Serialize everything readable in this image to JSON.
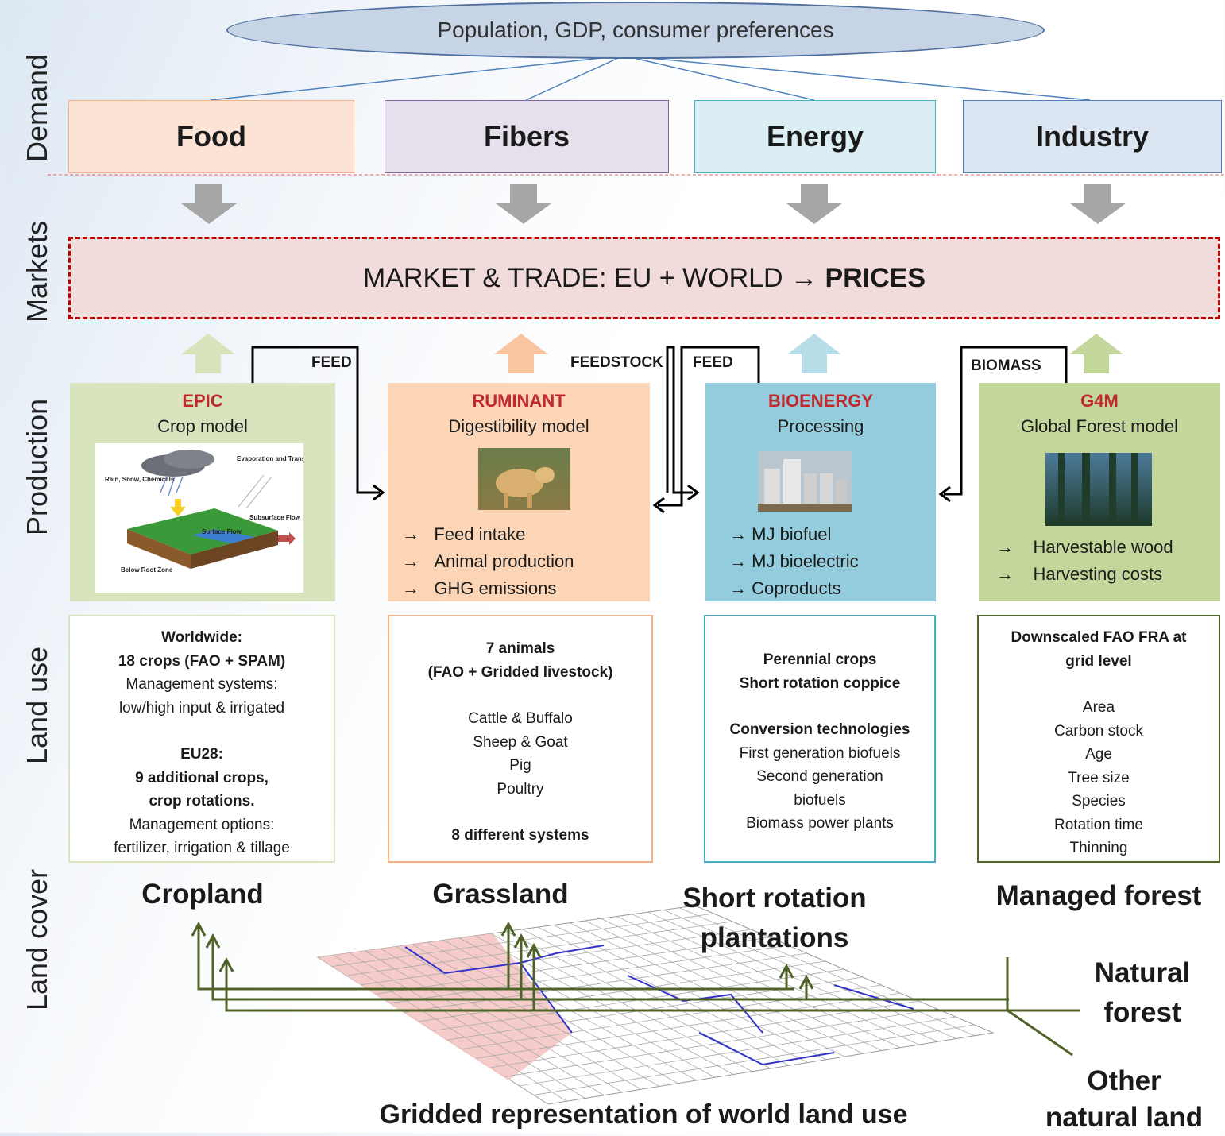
{
  "drivers": "Population, GDP, consumer preferences",
  "rows": {
    "demand": "Demand",
    "markets": "Markets",
    "production": "Production",
    "land_use": "Land use",
    "land_cover": "Land cover"
  },
  "demand": [
    "Food",
    "Fibers",
    "Energy",
    "Industry"
  ],
  "market": {
    "text": "MARKET & TRADE: EU + WORLD",
    "arrow": "→",
    "bold": "PRICES"
  },
  "connectors": {
    "feed1": "FEED",
    "feedstock": "FEEDSTOCK",
    "feed2": "FEED",
    "biomass": "BIOMASS"
  },
  "models": {
    "epic": {
      "title": "EPIC",
      "subtitle": "Crop model",
      "image_labels": [
        "Rain, Snow, Chemicals",
        "Evaporation and Transpiration",
        "Surface Flow",
        "Subsurface Flow",
        "Below Root Zone"
      ]
    },
    "ruminant": {
      "title": "RUMINANT",
      "subtitle": "Digestibility model",
      "bullets": [
        "Feed intake",
        "Animal production",
        "GHG emissions"
      ]
    },
    "bioenergy": {
      "title": "BIOENERGY",
      "subtitle": "Processing",
      "bullets": [
        "MJ biofuel",
        "MJ  bioelectric",
        "Coproducts"
      ]
    },
    "g4m": {
      "title": "G4M",
      "subtitle": "Global Forest model",
      "bullets": [
        "Harvestable wood",
        "Harvesting costs"
      ]
    }
  },
  "landuse": {
    "crop": {
      "l1": "Worldwide:",
      "l2": "18 crops (FAO + SPAM)",
      "l3": "Management systems:",
      "l4": "low/high input & irrigated",
      "l5": "EU28:",
      "l6": "9 additional crops,",
      "l7": "crop rotations.",
      "l8": "Management options:",
      "l9": "fertilizer, irrigation & tillage"
    },
    "rum": {
      "l1": "7 animals",
      "l2": "(FAO + Gridded livestock)",
      "l3": "Cattle & Buffalo",
      "l4": "Sheep & Goat",
      "l5": "Pig",
      "l6": "Poultry",
      "l7": "8 different systems"
    },
    "bio": {
      "l1": "Perennial crops",
      "l2": "Short rotation coppice",
      "l3": "Conversion technologies",
      "l4": "First generation biofuels",
      "l5": "Second generation",
      "l6": "biofuels",
      "l7": "Biomass power plants"
    },
    "forest": {
      "l1": "Downscaled FAO FRA at",
      "l2": "grid level",
      "l3": "Area",
      "l4": "Carbon stock",
      "l5": "Age",
      "l6": "Tree size",
      "l7": "Species",
      "l8": "Rotation time",
      "l9": "Thinning"
    }
  },
  "landcover": {
    "cropland": "Cropland",
    "grassland": "Grassland",
    "src1": "Short rotation",
    "src2": "plantations",
    "managed": "Managed forest",
    "nat1": "Natural",
    "nat2": "forest",
    "other1": "Other",
    "other2": "natural land",
    "grid_caption": "Gridded representation of world land use"
  },
  "colors": {
    "food": "#fbe3d6",
    "fibers": "#e6e0ec",
    "energy": "#dbeef4",
    "industry": "#dce6f2",
    "epic": "#d7e4bd",
    "ruminant": "#fbd5b5",
    "bioenergy": "#93cddd",
    "g4m": "#c3d69b",
    "market_fill": "#f2dcdb",
    "market_border": "#c00000",
    "title_red": "#c0282c"
  }
}
